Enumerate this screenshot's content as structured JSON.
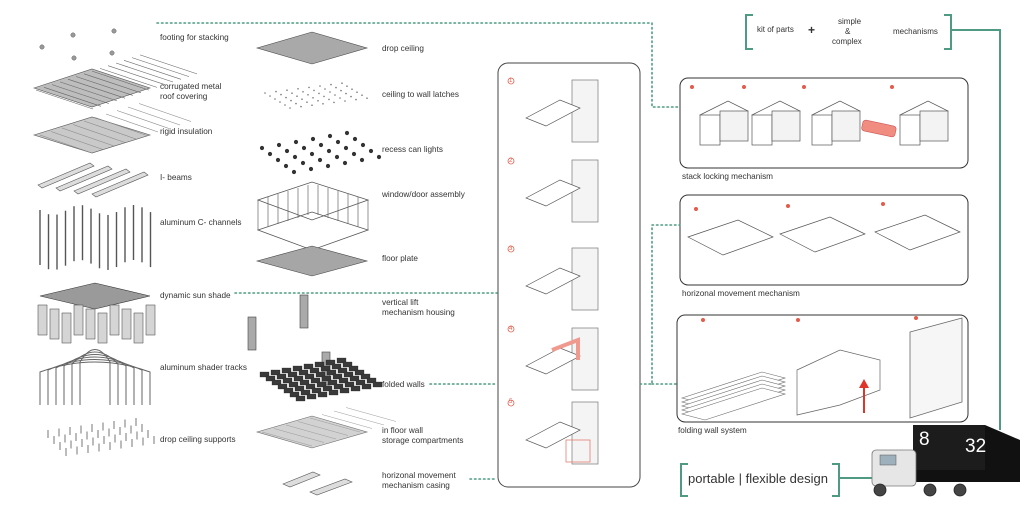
{
  "exploded_axon_labels": [
    {
      "key": "footing",
      "text": "footing for stacking"
    },
    {
      "key": "corrugated",
      "text": "corrugated metal\nroof covering"
    },
    {
      "key": "rigid",
      "text": "rigid insulation"
    },
    {
      "key": "ibeams",
      "text": "I- beams"
    },
    {
      "key": "cchannels",
      "text": "aluminum C- channels"
    },
    {
      "key": "sunshade",
      "text": "dynamic sun shade"
    },
    {
      "key": "tracks",
      "text": "aluminum shader tracks"
    },
    {
      "key": "supports",
      "text": "drop ceiling supports"
    }
  ],
  "interior_labels": [
    {
      "key": "drop_ceiling",
      "text": "drop ceiling"
    },
    {
      "key": "latches",
      "text": "ceiling to wall latches"
    },
    {
      "key": "can_lights",
      "text": "recess can lights"
    },
    {
      "key": "window",
      "text": "window/door assembly"
    },
    {
      "key": "floor_plate",
      "text": "floor plate"
    },
    {
      "key": "lift",
      "text": "vertical lift\nmechanism housing"
    },
    {
      "key": "folded_walls",
      "text": "folded walls"
    },
    {
      "key": "storage",
      "text": "in floor wall\nstorage compartments"
    },
    {
      "key": "casing",
      "text": "horizonal movement\nmechanism casing"
    }
  ],
  "sequence_steps": [
    "1",
    "2",
    "3",
    "4",
    "5"
  ],
  "legend": {
    "kit_of_parts": "kit of parts",
    "plus": "+",
    "simple": "simple",
    "amp": "&",
    "complex": "complex",
    "mechanisms": "mechanisms"
  },
  "panels": [
    {
      "key": "stack",
      "caption": "stack locking mechanism"
    },
    {
      "key": "horizontal",
      "caption": "horizonal movement mechanism"
    },
    {
      "key": "folding",
      "caption": "folding wall system"
    }
  ],
  "tagline": "portable  |  flexible design",
  "container_sizes": {
    "first": "8",
    "second": "32"
  },
  "colors": {
    "accent": "#4f9a82",
    "highlight": "#e45b4b",
    "line": "#555555"
  }
}
